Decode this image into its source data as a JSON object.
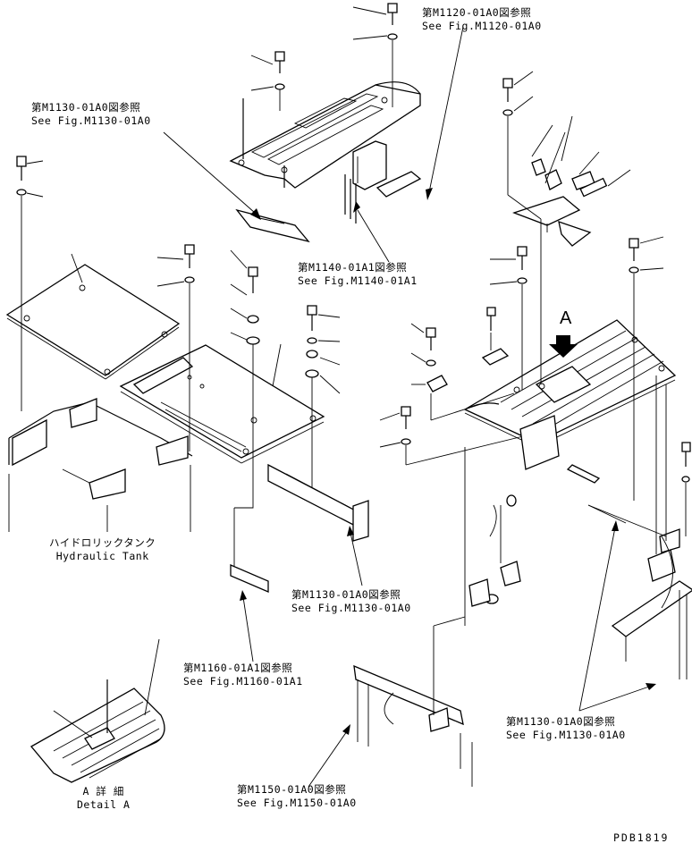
{
  "references": {
    "m1120": {
      "jp": "第M1120-01A0図参照",
      "en": "See Fig.M1120-01A0"
    },
    "m1130_top": {
      "jp": "第M1130-01A0図参照",
      "en": "See Fig.M1130-01A0"
    },
    "m1140": {
      "jp": "第M1140-01A1図参照",
      "en": "See Fig.M1140-01A1"
    },
    "m1130_mid": {
      "jp": "第M1130-01A0図参照",
      "en": "See Fig.M1130-01A0"
    },
    "m1160": {
      "jp": "第M1160-01A1図参照",
      "en": "See Fig.M1160-01A1"
    },
    "m1130_right": {
      "jp": "第M1130-01A0図参照",
      "en": "See Fig.M1130-01A0"
    },
    "m1150": {
      "jp": "第M1150-01A0図参照",
      "en": "See Fig.M1150-01A0"
    }
  },
  "hydraulic_tank": {
    "jp": "ハイドロリックタンク",
    "en": "Hydraulic Tank"
  },
  "detail": {
    "jp": "A 詳 細",
    "en": "Detail A"
  },
  "view_marker": "A",
  "drawing_code": "PDB1819"
}
